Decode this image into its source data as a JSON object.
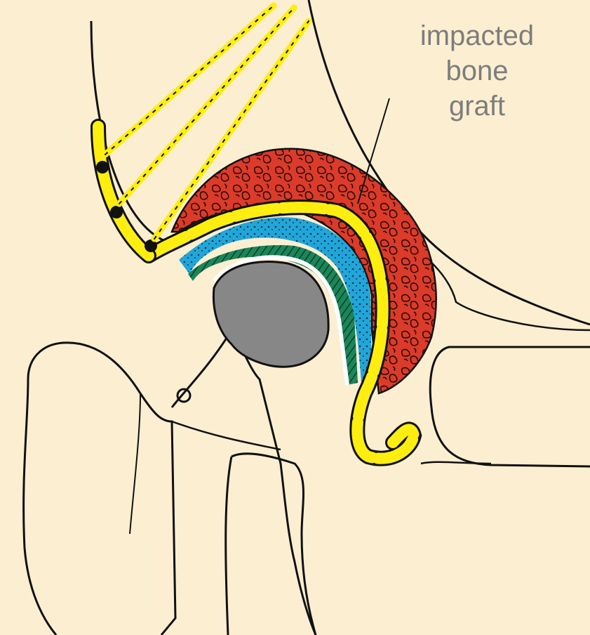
{
  "colors": {
    "background": "#fcefd1",
    "outline": "#111111",
    "graft": "#dc3b2a",
    "graft_texture": "#2a0c08",
    "mesh": "#fdee10",
    "blue_layer": "#21a6d9",
    "green_layer": "#1a8659",
    "femoral_head": "#878787",
    "label_text": "#7d7d7d"
  },
  "annotation": {
    "lines": [
      "impacted",
      "bone",
      "graft"
    ]
  }
}
